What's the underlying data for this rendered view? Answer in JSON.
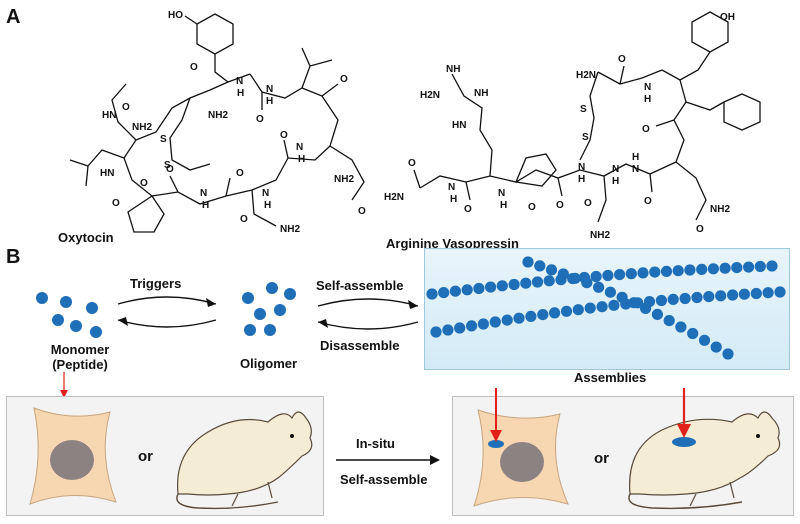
{
  "panel_a": {
    "letter": "A",
    "molecule_1": {
      "name": "Oxytocin",
      "atom_labels": [
        "HO",
        "O",
        "N",
        "H",
        "O",
        "NH2",
        "O",
        "NH2",
        "HN",
        "S",
        "S",
        "O",
        "H",
        "N",
        "O",
        "O",
        "N",
        "H",
        "O",
        "NH2",
        "HN",
        "N",
        "H",
        "O",
        "N",
        "H",
        "O",
        "NH2",
        "O",
        "O"
      ]
    },
    "molecule_2": {
      "name": "Arginine Vasopressin",
      "atom_labels": [
        "OH",
        "H2N",
        "O",
        "N",
        "H",
        "O",
        "NH",
        "H2N",
        "NH",
        "HN",
        "S",
        "S",
        "O",
        "H",
        "N",
        "O",
        "H",
        "N",
        "O",
        "O",
        "H2N",
        "N",
        "H",
        "O",
        "N",
        "H",
        "O",
        "N",
        "H",
        "O",
        "NH2",
        "NH2"
      ]
    }
  },
  "panel_b": {
    "letter": "B",
    "monomer_label_line1": "Monomer",
    "monomer_label_line2": "(Peptide)",
    "oligomer_label": "Oligomer",
    "assemblies_label": "Assemblies",
    "triggers_label": "Triggers",
    "self_assemble_label": "Self-assemble",
    "disassemble_label": "Disassemble",
    "or_label_left": "or",
    "or_label_right": "or",
    "insitu_line1": "In-situ",
    "insitu_line2": "Self-assemble",
    "colors": {
      "bead": "#1f6fb8",
      "cell": "#f6d7b2",
      "nucleus": "#8c8282",
      "mouse": "#f5ecd6",
      "arrow_red": "#e0201b"
    }
  }
}
